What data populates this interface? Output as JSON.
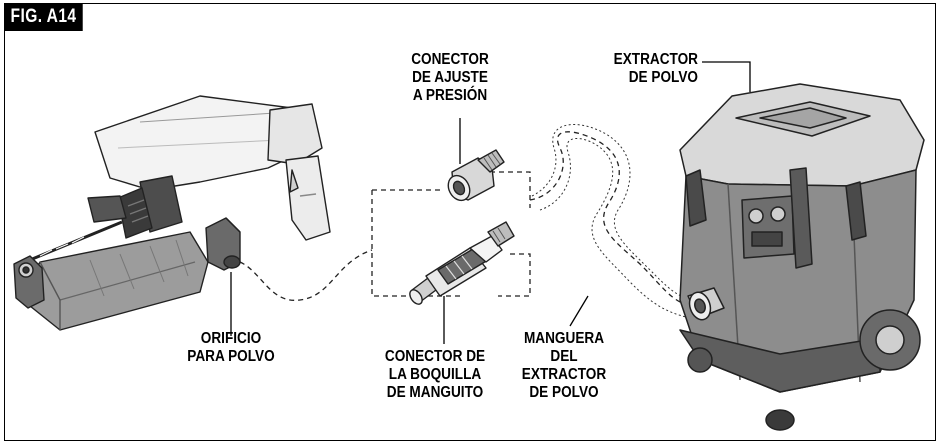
{
  "figure": {
    "tag": "FIG. A14"
  },
  "labels": {
    "conector_ajuste": [
      "CONECTOR",
      "DE AJUSTE",
      "A PRESIÓN"
    ],
    "extractor": [
      "EXTRACTOR",
      "DE POLVO"
    ],
    "orificio": [
      "ORIFICIO",
      "PARA POLVO"
    ],
    "boquilla": [
      "CONECTOR DE",
      "LA BOQUILLA",
      "DE MANGUITO"
    ],
    "manguera": [
      "MANGUERA",
      "DEL",
      "EXTRACTOR",
      "DE POLVO"
    ]
  }
}
